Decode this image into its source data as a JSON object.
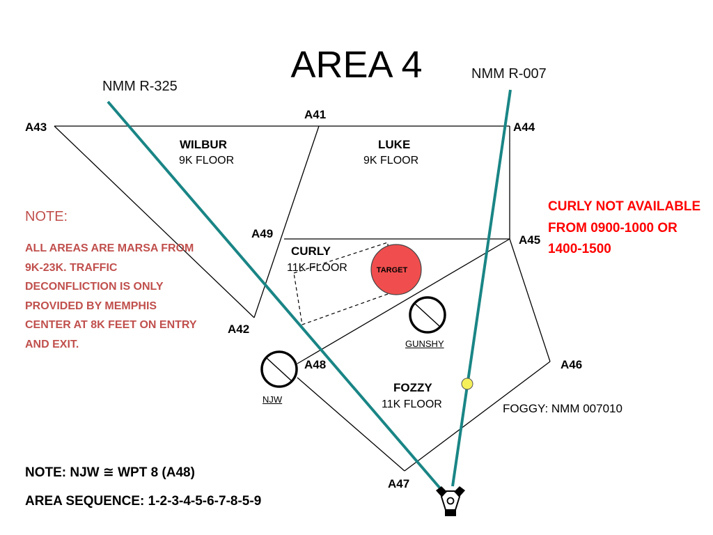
{
  "title": "AREA 4",
  "radials": {
    "left": "NMM R-325",
    "right": "NMM R-007"
  },
  "points": {
    "a41": "A41",
    "a42": "A42",
    "a43": "A43",
    "a44": "A44",
    "a45": "A45",
    "a46": "A46",
    "a47": "A47",
    "a48": "A48",
    "a49": "A49"
  },
  "areas": {
    "wilbur": {
      "name": "WILBUR",
      "floor": "9K FLOOR"
    },
    "luke": {
      "name": "LUKE",
      "floor": "9K FLOOR"
    },
    "curly": {
      "name": "CURLY",
      "floor": "11K FLOOR"
    },
    "fozzy": {
      "name": "FOZZY",
      "floor": "11K FLOOR"
    }
  },
  "target": {
    "label": "TARGET",
    "color": "#f04e4e"
  },
  "navaids": {
    "gunshy": "GUNSHY",
    "njw": "NJW"
  },
  "foggy": "FOGGY: NMM 007010",
  "note": {
    "heading": "NOTE:",
    "body": "ALL AREAS ARE MARSA FROM 9K-23K.  TRAFFIC DECONFLICTION IS ONLY PROVIDED BY  MEMPHIS CENTER AT 8K FEET ON ENTRY AND EXIT."
  },
  "curly_note": "CURLY NOT AVAILABLE FROM 0900-1000 OR 1400-1500",
  "bottom_notes": {
    "njw": "NOTE:  NJW ≅ WPT 8 (A48)",
    "sequence": "AREA SEQUENCE:  1-2-3-4-5-6-7-8-5-9"
  },
  "colors": {
    "radial_line": "#1a8585",
    "note_text": "#c0504d",
    "curly_warning": "#ff0000",
    "foggy_point": "#f5f05a"
  },
  "icons": {
    "vortac": "vortac-icon",
    "navaid": "navaid-circle-icon",
    "foggy": "foggy-point-icon"
  }
}
